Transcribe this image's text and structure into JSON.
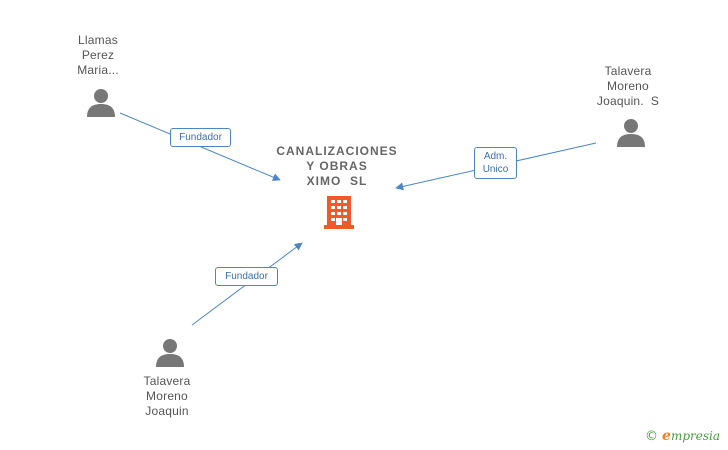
{
  "company": {
    "name_lines": [
      "CANALIZACIONES",
      "Y OBRAS",
      "XIMO  SL"
    ],
    "icon": "building-icon",
    "color": "#f05a28"
  },
  "persons": [
    {
      "id": "llamas",
      "name_lines": [
        "Llamas",
        "Perez",
        "Maria..."
      ],
      "icon": "person-icon"
    },
    {
      "id": "talavera-s",
      "name_lines": [
        "Talavera",
        "Moreno",
        "Joaquin.  S"
      ],
      "icon": "person-icon"
    },
    {
      "id": "talavera-j",
      "name_lines": [
        "Talavera",
        "Moreno",
        "Joaquin"
      ],
      "icon": "person-icon"
    }
  ],
  "relations": [
    {
      "from": "llamas",
      "label_lines": [
        "Fundador"
      ]
    },
    {
      "from": "talavera-s",
      "label_lines": [
        "Adm.",
        "Unico"
      ]
    },
    {
      "from": "talavera-j",
      "label_lines": [
        "Fundador"
      ]
    }
  ],
  "colors": {
    "edge": "#4a86c8",
    "person": "#777777",
    "text": "#555555"
  },
  "brand": {
    "copyright": "©",
    "initial": "e",
    "rest": "mpresia"
  }
}
